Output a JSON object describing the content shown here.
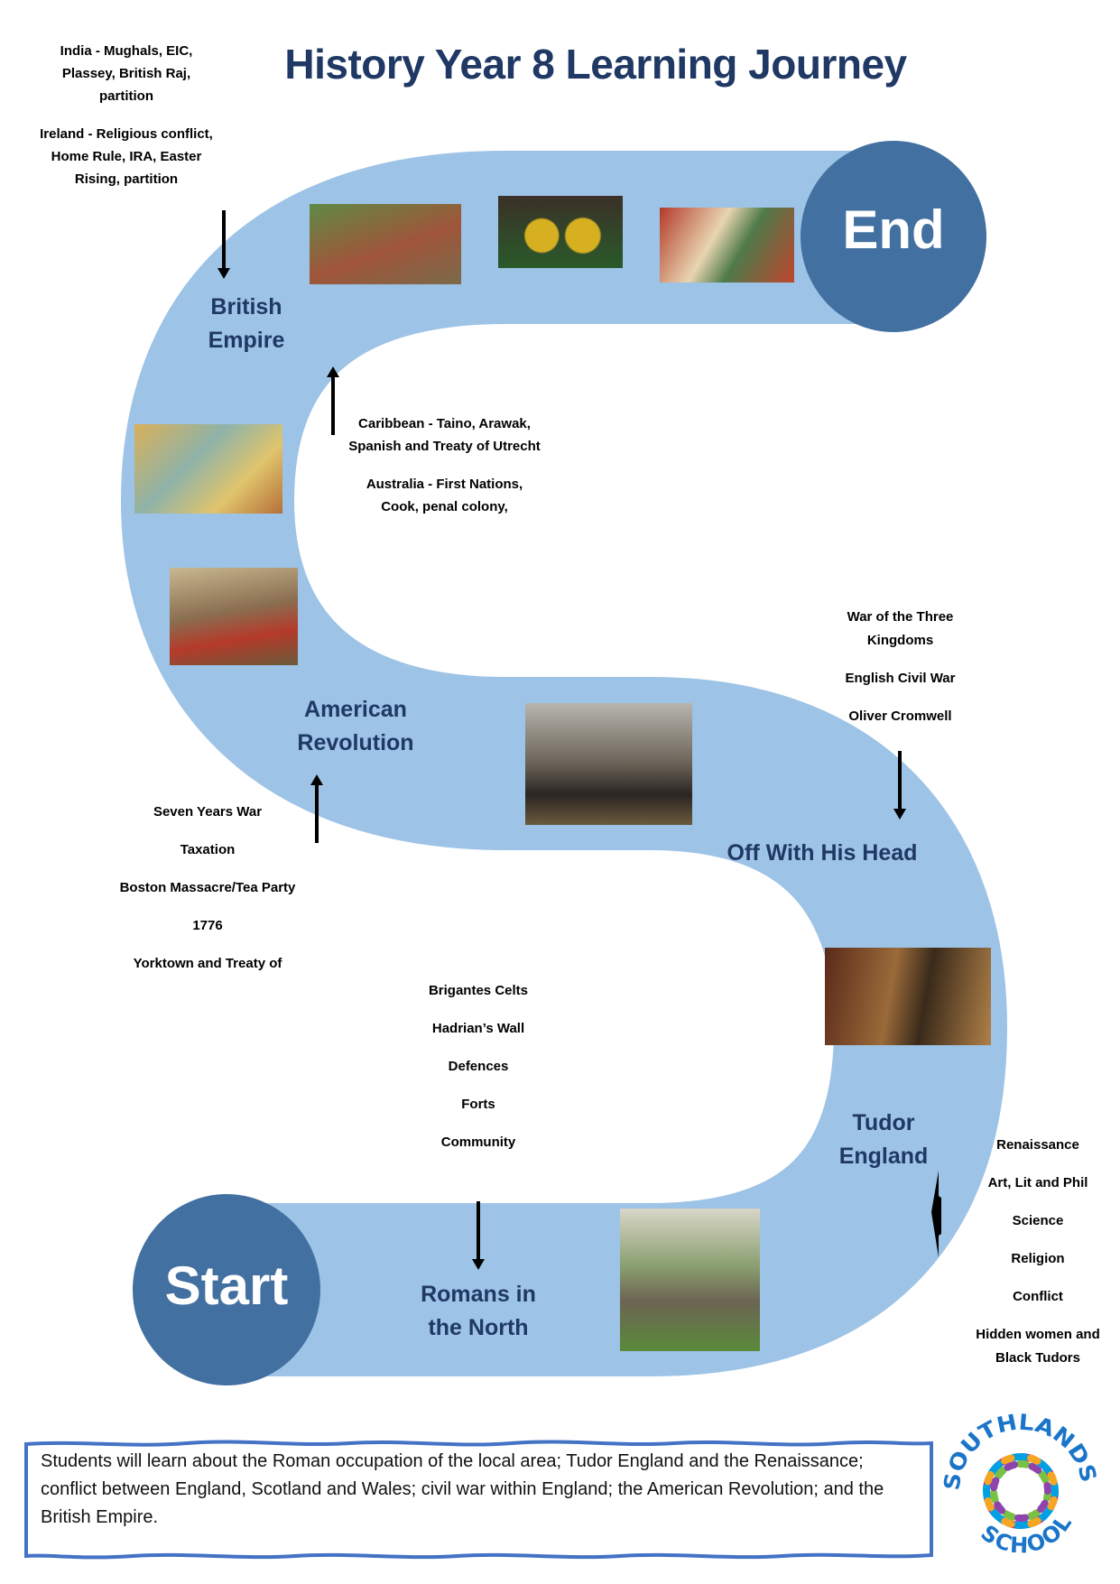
{
  "title": "History Year 8 Learning Journey",
  "colors": {
    "road": "#9DC3E6",
    "circle": "#4270A0",
    "label": "#1F3864",
    "border": "#4472C4"
  },
  "start_label": "Start",
  "end_label": "End",
  "stages": {
    "romans": "Romans in the North",
    "tudor": "Tudor England",
    "civil_war": "Off With His Head",
    "american": "American Revolution",
    "empire": "British Empire"
  },
  "notes": {
    "romans": [
      "Brigantes Celts",
      "Hadrian’s Wall",
      "Defences",
      "Forts",
      "Community"
    ],
    "tudor": [
      "Renaissance",
      "Art, Lit and Phil",
      "Science",
      "Religion",
      "Conflict",
      "Hidden women and Black Tudors"
    ],
    "civil_war": [
      "War of the Three Kingdoms",
      "English Civil War",
      "Oliver Cromwell"
    ],
    "american": [
      "Seven Years War",
      "Taxation",
      "Boston Massacre/Tea Party",
      "1776",
      "Yorktown and Treaty of"
    ],
    "empire_top": [
      "India - Mughals, EIC, Plassey, British Raj, partition",
      "Ireland - Religious conflict, Home Rule, IRA, Easter Rising, partition"
    ],
    "empire_mid": [
      "Caribbean - Taino, Arawak, Spanish and Treaty of Utrecht",
      "Australia - First Nations, Cook, penal colony,"
    ]
  },
  "summary": "Students will learn about the Roman occupation of the local area; Tudor England and the Renaissance; conflict between England, Scotland and Wales; civil war within England; the American Revolution; and the British Empire.",
  "logo": {
    "text": "SOUTHLANDS SCHOOL"
  }
}
